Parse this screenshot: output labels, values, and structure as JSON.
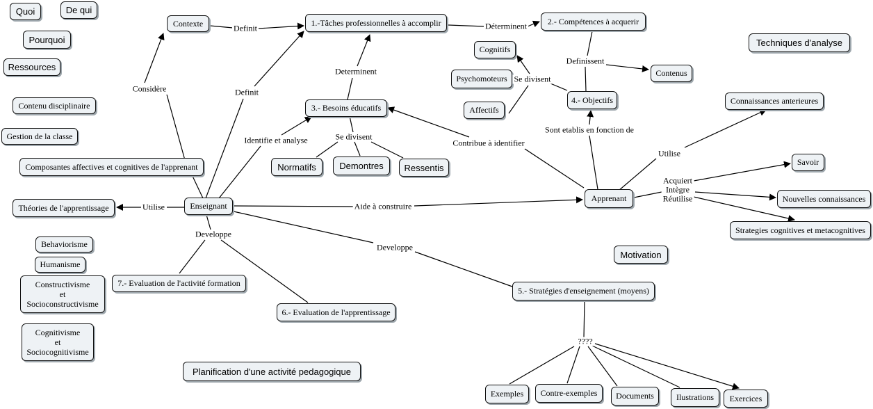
{
  "nodes": {
    "quoi": "Quoi",
    "dequi": "De qui",
    "pourquoi": "Pourquoi",
    "ressources": "Ressources",
    "contenu": "Contenu disciplinaire",
    "gestion": "Gestion de la classe",
    "composantes": "Composantes affectives et cognitives de l'apprenant",
    "theories": "Théories de l'apprentissage",
    "behaviorisme": "Behaviorisme",
    "humanisme": "Humanisme",
    "constructivisme": "Constructivisme\net\nSocioconstructivisme",
    "cognitivisme": "Cognitivisme\net\nSociocognitivisme",
    "contexte": "Contexte",
    "taches": "1.-Tâches professionnelles à accomplir",
    "competences": "2.-  Compétences à acquerir",
    "cognitifs": "Cognitifs",
    "psychomoteurs": "Psychomoteurs",
    "affectifs": "Affectifs",
    "objectifs": "4.- Objectifs",
    "contenus": "Contenus",
    "besoins": "3.- Besoins éducatifs",
    "normatifs": "Normatifs",
    "demontres": "Demontres",
    "ressentis": "Ressentis",
    "enseignant": "Enseignant",
    "apprenant": "Apprenant",
    "techniques": "Techniques d'analyse",
    "connaissances_ant": "Connaissances anterieures",
    "savoir": "Savoir",
    "nouvelles": "Nouvelles connaissances",
    "strategies_cog": "Strategies cognitives et metacognitives",
    "motivation": "Motivation",
    "eval_activite": "7.- Evaluation de l'activité formation",
    "eval_apprentissage": "6.- Evaluation de l'apprentissage",
    "strategies_ens": "5.- Stratégies d'enseignement (moyens)",
    "planification": "Planification d'une activité pedagogique",
    "exemples": "Exemples",
    "contre_exemples": "Contre-exemples",
    "documents": "Documents",
    "illustrations": "Ilustrations",
    "exercices": "Exercices"
  },
  "links": {
    "definit_contexte": "Definit",
    "definit_enseignant": "Definit",
    "determinent_taches": "Déterminent",
    "determinent_besoins": "Determinent",
    "considere": "Considère",
    "identifie": "Identifie et analyse",
    "se_divisent_besoins": "Se divisent",
    "se_divisent_objectifs": "Se divisent",
    "definissent": "Definissent",
    "contribue": "Contribue à identifier",
    "sont_etablis": "Sont etablis en fonction de",
    "utilise_app": "Utilise",
    "acquiert": "Acquiert\nIntègre\nRéutilise",
    "utilise_ens": "Utilise",
    "aide": "Aide à construire",
    "developpe_left": "Developpe",
    "developpe_right": "Developpe",
    "questions": "????"
  }
}
